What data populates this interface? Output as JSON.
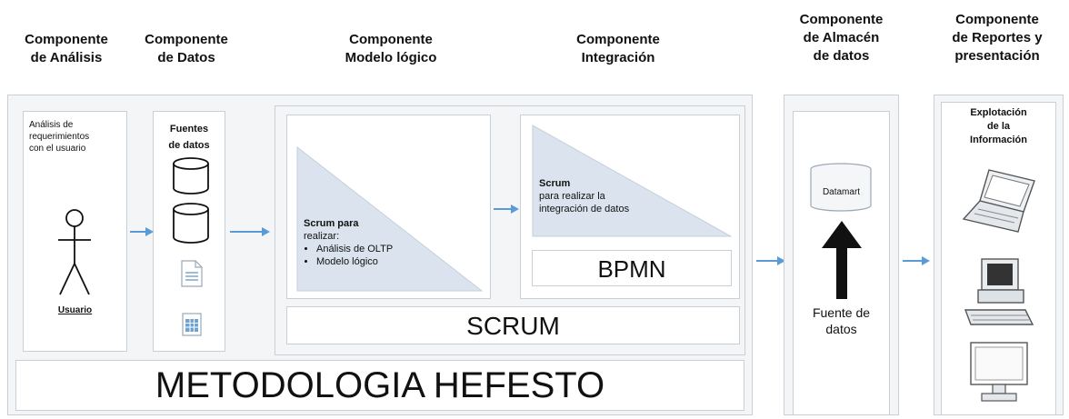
{
  "headers": {
    "analisis": [
      "Componente",
      "de Análisis"
    ],
    "datos": [
      "Componente",
      "de Datos"
    ],
    "modelo": [
      "Componente",
      "Modelo lógico"
    ],
    "integracion": [
      "Componente",
      "Integración"
    ],
    "almacen": [
      "Componente",
      "de Almacén",
      "de datos"
    ],
    "reportes": [
      "Componente",
      "de Reportes y",
      "presentación"
    ]
  },
  "analisis": {
    "text": [
      "Análisis de",
      "requerimientos",
      "con el usuario"
    ],
    "actor_label": "Usuario"
  },
  "datos": {
    "title": [
      "Fuentes",
      "de datos"
    ]
  },
  "modelo": {
    "intro": [
      "Scrum para",
      "realizar:"
    ],
    "bullets": [
      "Análisis de OLTP",
      "Modelo lógico"
    ]
  },
  "integracion": {
    "text": [
      "Scrum",
      "para realizar la",
      "integración de datos"
    ],
    "bpmn": "BPMN"
  },
  "scrum": "SCRUM",
  "metodologia": "METODOLOGIA HEFESTO",
  "almacen": {
    "datamart": "Datamart",
    "fuente": [
      "Fuente de",
      "datos"
    ]
  },
  "reportes": {
    "title": [
      "Explotación",
      "de la",
      "Información"
    ]
  },
  "colors": {
    "arrow": "#5b9bd5",
    "triangle": "#dbe4ee",
    "border": "#c9cfd6"
  }
}
